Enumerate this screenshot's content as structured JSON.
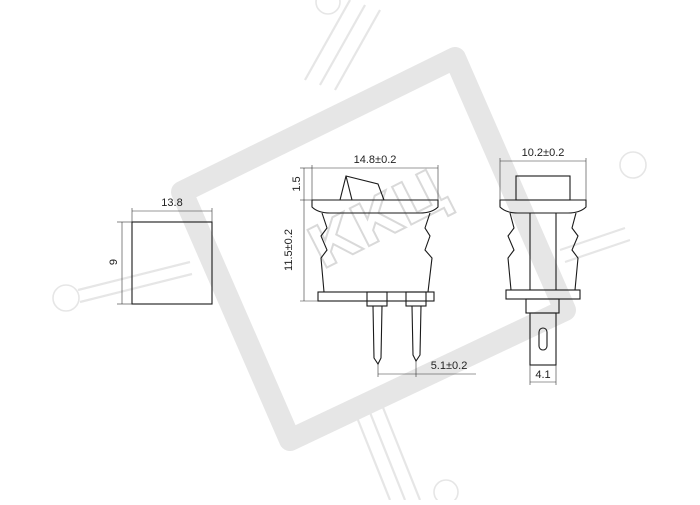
{
  "watermark": {
    "text": "ККЦ",
    "color": "#d9d9d9"
  },
  "views": {
    "base": {
      "width": "13.8",
      "height": "9"
    },
    "side": {
      "width": "14.8±0.2",
      "top": "1.5",
      "height": "11.5±0.2",
      "pitch": "5.1±0.2"
    },
    "front": {
      "width": "10.2±0.2",
      "terminal": "4.1"
    }
  }
}
